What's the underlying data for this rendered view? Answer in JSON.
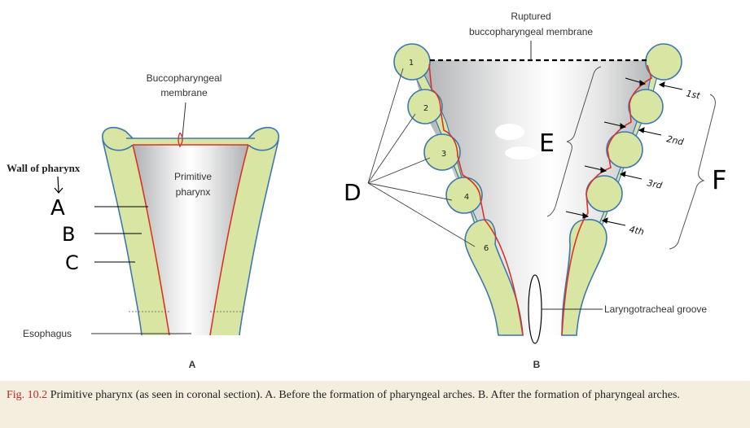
{
  "panel_a": {
    "membrane_label": [
      "Buccopharyngeal",
      "membrane"
    ],
    "wall_label": "Wall of pharynx",
    "cavity_label": [
      "Primitive",
      "pharynx"
    ],
    "esophagus_label": "Esophagus",
    "letter": "A",
    "handwritten": [
      "A",
      "B",
      "C"
    ]
  },
  "panel_b": {
    "ruptured_label": [
      "Ruptured",
      "buccopharyngeal membrane"
    ],
    "arch_numbers": [
      "1",
      "2",
      "3",
      "4",
      "6"
    ],
    "pouch_labels": [
      "1st",
      "2nd",
      "3rd",
      "4th"
    ],
    "groove_label": "Laryngotracheal groove",
    "letter": "B",
    "handwritten": [
      "D",
      "E",
      "F"
    ]
  },
  "caption": {
    "fig": "Fig. 10.2",
    "text": " Primitive pharynx (as seen in coronal section). A. Before the formation of pharyngeal arches. B. After the formation of pharyngeal arches."
  },
  "colors": {
    "arch_fill": "#d9e6a3",
    "outline_blue": "#3f78b0",
    "endoderm_red": "#d9342b",
    "caption_bg": "#f3eedd",
    "caption_fig": "#c2272d"
  }
}
